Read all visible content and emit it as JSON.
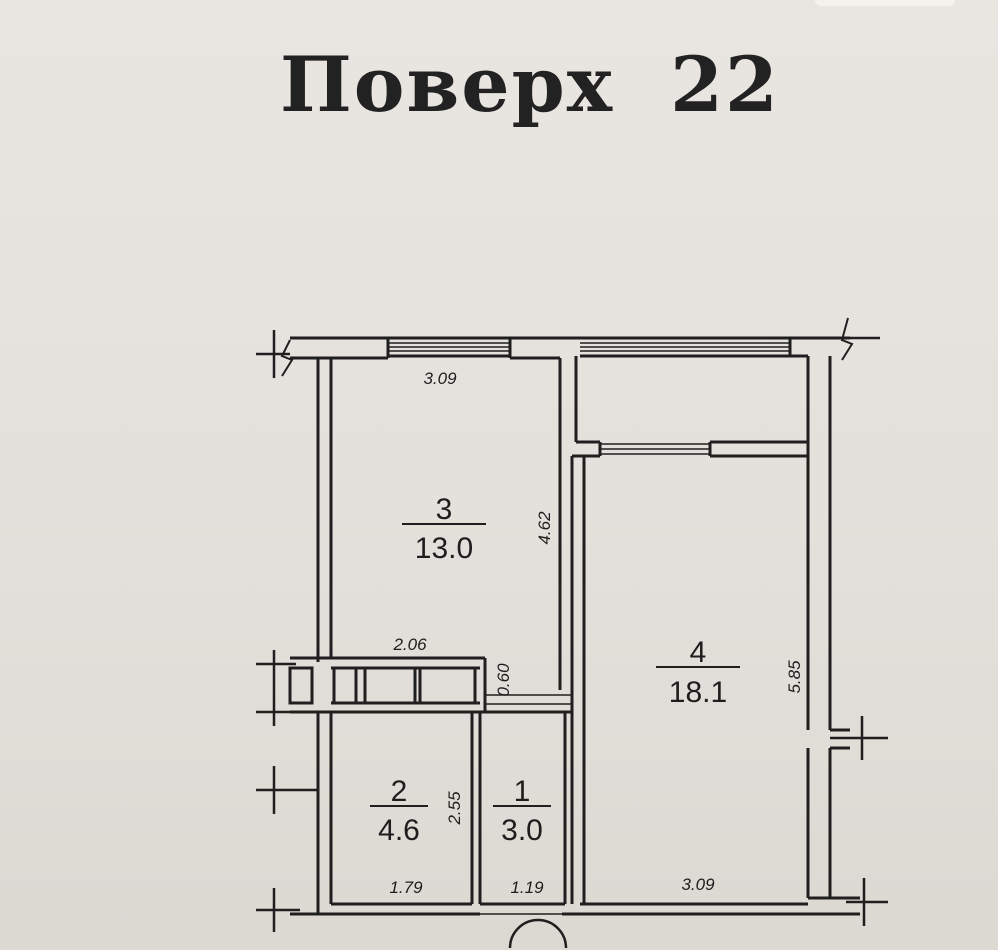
{
  "title": {
    "label": "Поверх",
    "floor": "22"
  },
  "rooms": [
    {
      "number": "1",
      "area": "3.0"
    },
    {
      "number": "2",
      "area": "4.6"
    },
    {
      "number": "3",
      "area": "13.0"
    },
    {
      "number": "4",
      "area": "18.1"
    }
  ],
  "dimensions": {
    "room3_width": "3.09",
    "room3_depth": "4.62",
    "corridor_width": "2.06",
    "corridor_depth": "0.60",
    "room2_width": "1.79",
    "room2_depth": "2.55",
    "room1_width": "1.19",
    "room4_width": "3.09",
    "room4_depth": "5.85"
  }
}
